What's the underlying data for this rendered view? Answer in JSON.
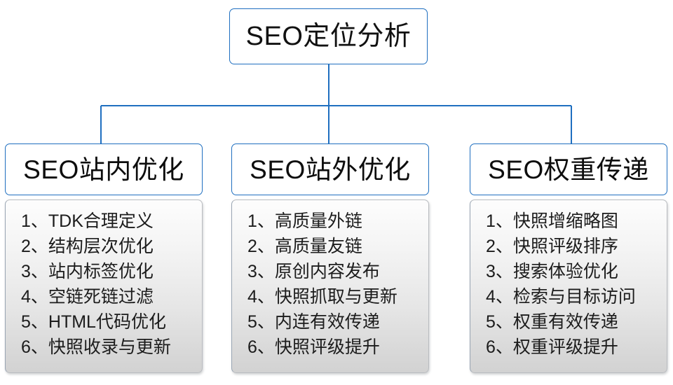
{
  "diagram": {
    "root": {
      "label": "SEO定位分析"
    },
    "columns": [
      {
        "header": "SEO站内优化",
        "items": [
          {
            "num": "1、",
            "text": "TDK合理定义"
          },
          {
            "num": "2、",
            "text": "结构层次优化"
          },
          {
            "num": "3、",
            "text": "站内标签优化"
          },
          {
            "num": "4、",
            "text": "空链死链过滤"
          },
          {
            "num": "5、",
            "text": "HTML代码优化"
          },
          {
            "num": "6、",
            "text": "快照收录与更新"
          }
        ]
      },
      {
        "header": "SEO站外优化",
        "items": [
          {
            "num": "1、",
            "text": "高质量外链"
          },
          {
            "num": "2、",
            "text": "高质量友链"
          },
          {
            "num": "3、",
            "text": "原创内容发布"
          },
          {
            "num": "4、",
            "text": "快照抓取与更新"
          },
          {
            "num": "5、",
            "text": "内连有效传递"
          },
          {
            "num": "6、",
            "text": "快照评级提升"
          }
        ]
      },
      {
        "header": "SEO权重传递",
        "items": [
          {
            "num": "1、",
            "text": "快照增缩略图"
          },
          {
            "num": "2、",
            "text": "快照评级排序"
          },
          {
            "num": "3、",
            "text": "搜索体验优化"
          },
          {
            "num": "4、",
            "text": "检索与目标访问"
          },
          {
            "num": "5、",
            "text": "权重有效传递"
          },
          {
            "num": "6、",
            "text": "权重评级提升"
          }
        ]
      }
    ],
    "colors": {
      "connector": "#1f6fc0",
      "node_border": "#1f6fc0",
      "panel_border": "#b9bcc0",
      "text": "#1a1a1a",
      "background": "#ffffff"
    }
  }
}
